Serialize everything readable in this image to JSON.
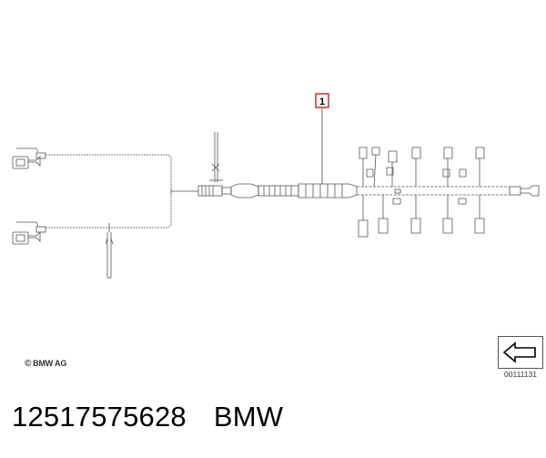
{
  "diagram": {
    "callouts": [
      {
        "label": "1"
      }
    ],
    "copyright": "BMW AG",
    "copyright_symbol": "©",
    "diagram_id": "00111131",
    "nav": {
      "icon": "arrow-left-icon"
    }
  },
  "part": {
    "number": "12517575628",
    "brand": "BMW"
  },
  "colors": {
    "callout_border": "#d32f2f",
    "line": "#555555"
  }
}
